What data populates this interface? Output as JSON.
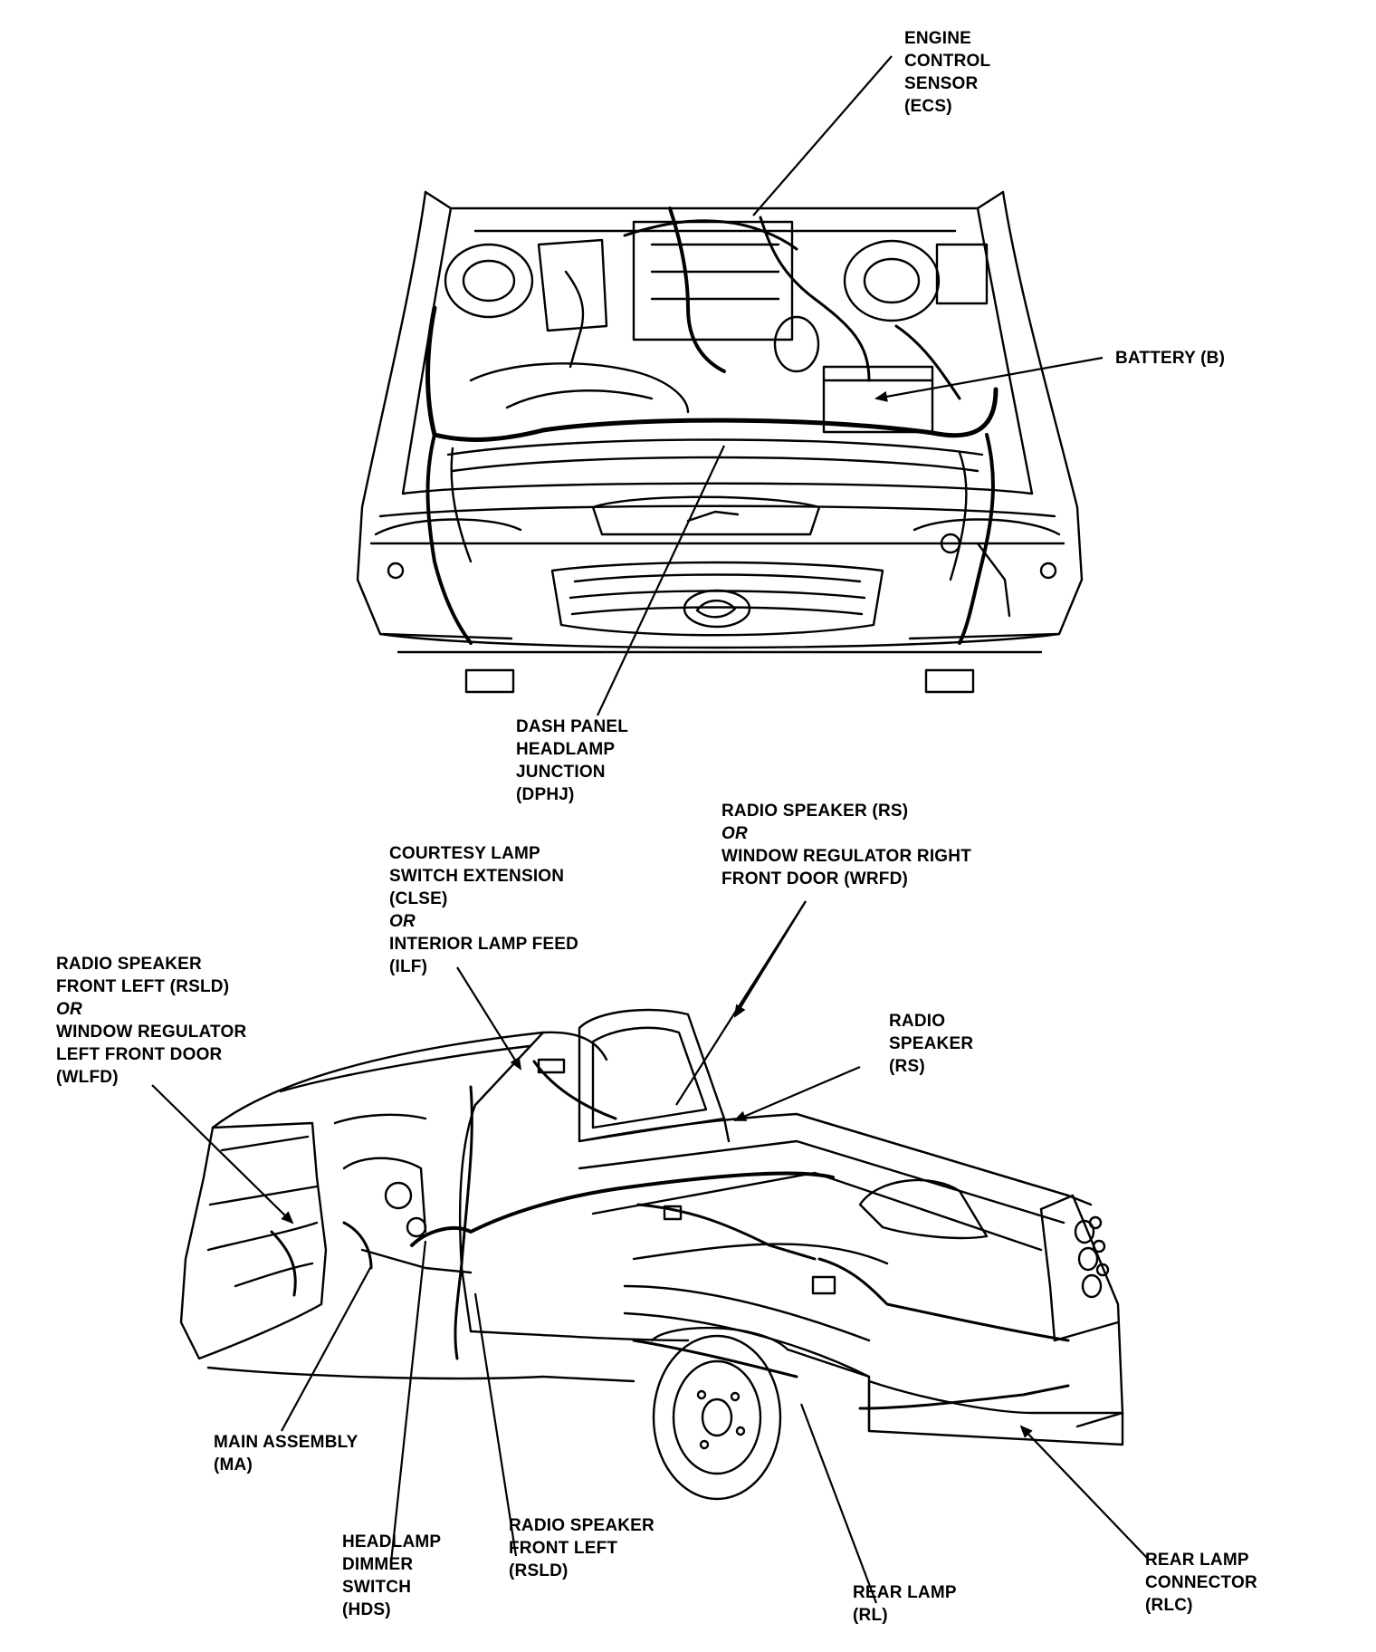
{
  "labels": {
    "ecs": {
      "lines": [
        "ENGINE",
        "CONTROL",
        "SENSOR",
        "(ECS)"
      ]
    },
    "battery": {
      "lines": [
        "BATTERY (B)"
      ]
    },
    "dphj": {
      "lines": [
        "DASH PANEL",
        "HEADLAMP",
        "JUNCTION",
        "(DPHJ)"
      ]
    },
    "rs_wrfd": {
      "lines": [
        "RADIO SPEAKER (RS)",
        "OR",
        "WINDOW REGULATOR RIGHT",
        "FRONT DOOR (WRFD)"
      ]
    },
    "clse_ilf": {
      "lines": [
        "COURTESY LAMP",
        "SWITCH EXTENSION",
        "(CLSE)",
        "OR",
        "INTERIOR LAMP FEED",
        "(ILF)"
      ]
    },
    "rsld_wlfd": {
      "lines": [
        "RADIO SPEAKER",
        "FRONT LEFT (RSLD)",
        "OR",
        "WINDOW REGULATOR",
        "LEFT FRONT DOOR",
        "(WLFD)"
      ]
    },
    "rs": {
      "lines": [
        "RADIO",
        "SPEAKER",
        "(RS)"
      ]
    },
    "ma": {
      "lines": [
        "MAIN ASSEMBLY",
        "(MA)"
      ]
    },
    "hds": {
      "lines": [
        "HEADLAMP",
        "DIMMER",
        "SWITCH",
        "(HDS)"
      ]
    },
    "rsld": {
      "lines": [
        "RADIO SPEAKER",
        "FRONT LEFT",
        "(RSLD)"
      ]
    },
    "rl": {
      "lines": [
        "REAR LAMP",
        "(RL)"
      ]
    },
    "rlc": {
      "lines": [
        "REAR LAMP",
        "CONNECTOR",
        "(RLC)"
      ]
    }
  }
}
